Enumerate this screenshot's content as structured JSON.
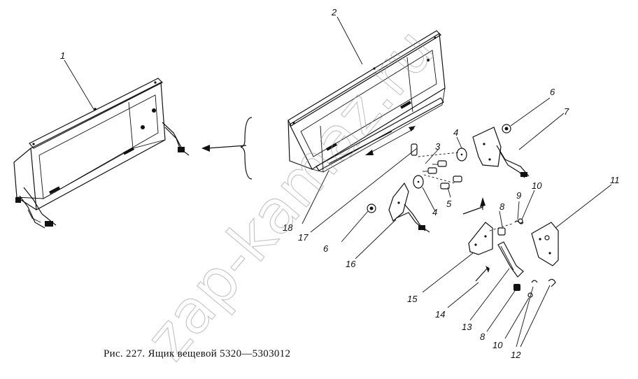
{
  "caption": "Рис. 227. Ящик вещевой 5320—5303012",
  "watermark": "zap-kamaz.ru",
  "callouts": {
    "c1": "1",
    "c2": "2",
    "c3": "3",
    "c4": "4",
    "c4b": "4",
    "c5": "5",
    "c6a": "6",
    "c6b": "6",
    "c7": "7",
    "c8a": "8",
    "c8b": "8",
    "c9": "9",
    "c10a": "10",
    "c10b": "10",
    "c11": "11",
    "c12": "12",
    "c13": "13",
    "c14": "14",
    "c15": "15",
    "c16": "16",
    "c17": "17",
    "c18": "18"
  }
}
